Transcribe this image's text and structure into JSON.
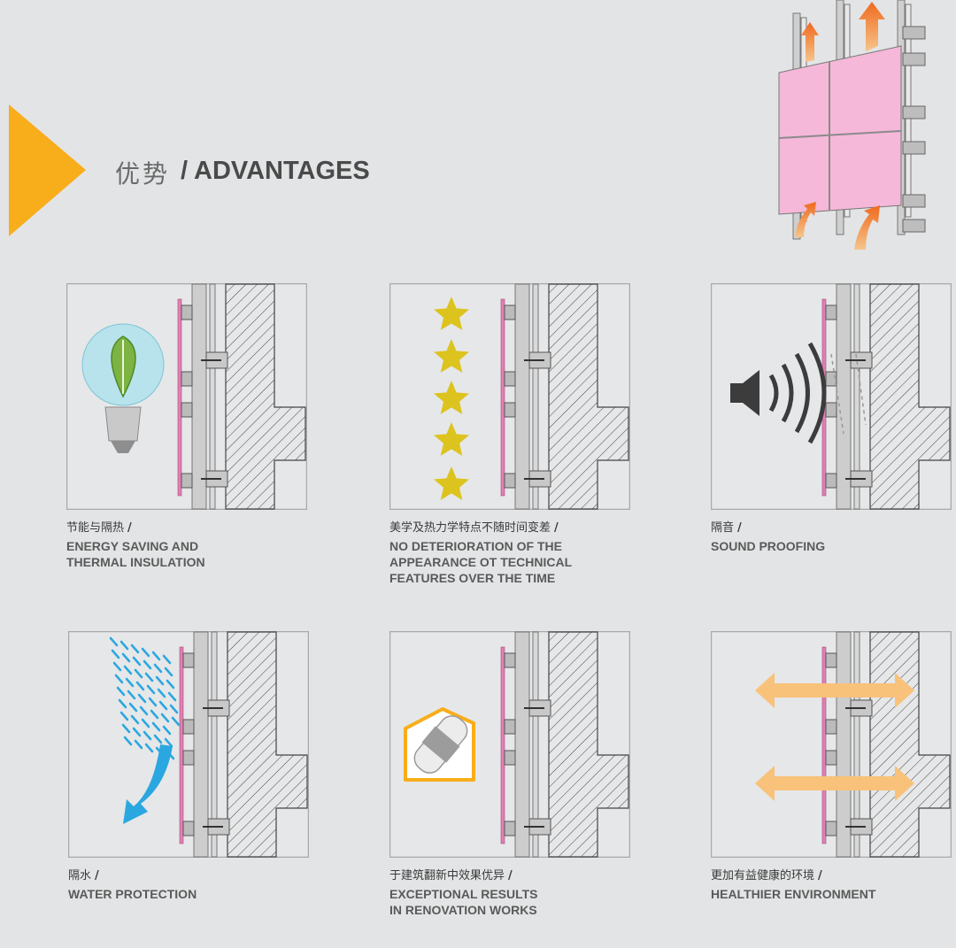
{
  "header": {
    "title_cn": "优势",
    "title_en": "/ ADVANTAGES"
  },
  "colors": {
    "accent_triangle": "#f8ad1a",
    "panel_pink": "#f5b8d8",
    "arrow_orange": "#f39a2a",
    "star_yellow": "#dcc31e",
    "rain_blue": "#2aa7e0",
    "arrow_peach": "#f8c27a"
  },
  "advantages": [
    {
      "cn": "节能与隔热",
      "slash": "/",
      "en": "ENERGY SAVING AND\nTHERMAL INSULATION",
      "icon": "lightbulb-leaf-icon"
    },
    {
      "cn": "美学及热力学特点不随时间变差",
      "slash": "/",
      "en": "NO DETERIORATION OF THE\nAPPEARANCE OT TECHNICAL\nFEATURES OVER THE TIME",
      "icon": "stars-icon"
    },
    {
      "cn": "隔音",
      "slash": "/",
      "en": "SOUND PROOFING",
      "icon": "speaker-icon"
    },
    {
      "cn": "隔水",
      "slash": "/",
      "en": "WATER PROTECTION",
      "icon": "rain-icon"
    },
    {
      "cn": "于建筑翻新中效果优异",
      "slash": "/",
      "en": "EXCEPTIONAL RESULTS\nIN RENOVATION WORKS",
      "icon": "bandage-house-icon"
    },
    {
      "cn": "更加有益健康的环境",
      "slash": "/",
      "en": "HEALTHIER ENVIRONMENT",
      "icon": "double-arrow-icon"
    }
  ]
}
